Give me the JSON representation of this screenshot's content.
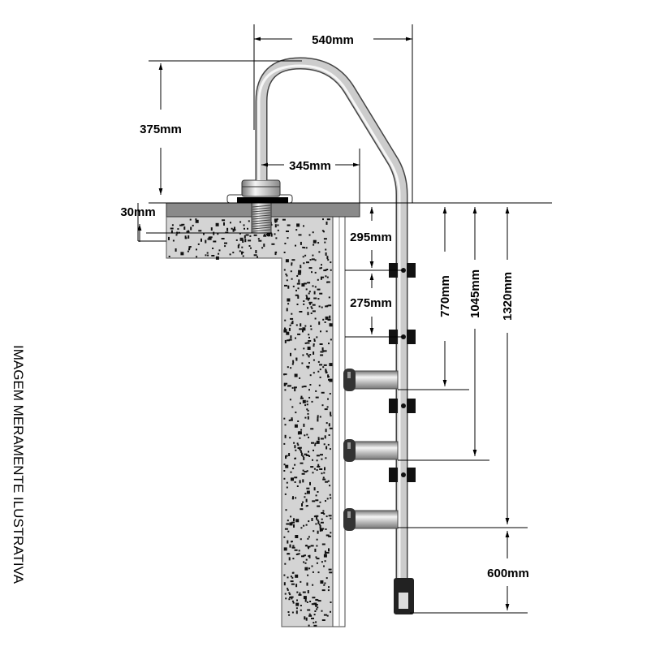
{
  "dimensions": {
    "width_total": "540mm",
    "handrail_height": "375mm",
    "anchor_offset": "345mm",
    "deck_thickness": "30mm",
    "first_step": "295mm",
    "step_spacing": "275mm",
    "depth_770": "770mm",
    "depth_1045": "1045mm",
    "depth_1320": "1320mm",
    "bottom_600": "600mm"
  },
  "disclaimer": "IMAGEM MERAMENTE ILUSTRATIVA",
  "colors": {
    "deck": "#8a8a8a",
    "concrete": "#d4d4d4",
    "tube": "#c8c8c8",
    "block": "#111111"
  }
}
